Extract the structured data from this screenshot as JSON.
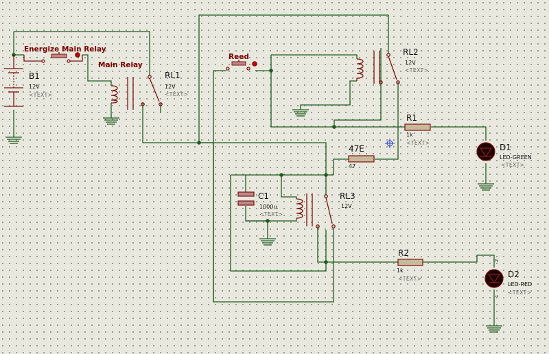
{
  "labels": {
    "energize_main_relay": "Energize Main Relay",
    "main_relay": "Main Relay",
    "reed": "Reed"
  },
  "components": {
    "b1": {
      "ref": "B1",
      "value": "12V",
      "text": "<TEXT>"
    },
    "rl1": {
      "ref": "RL1",
      "value": "12V",
      "text": "<TEXT>"
    },
    "rl2": {
      "ref": "RL2",
      "value": "12V",
      "text": "<TEXT>"
    },
    "rl3": {
      "ref": "RL3",
      "value": "12V"
    },
    "r1": {
      "ref": "R1",
      "value": "1k",
      "text": "<TEXT>"
    },
    "r47": {
      "ref": "47E",
      "value": "47"
    },
    "c1": {
      "ref": "C1",
      "value": "1000u",
      "text": "<TEXT>"
    },
    "r2": {
      "ref": "R2",
      "value": "1k",
      "text": "<TEXT>"
    },
    "d1": {
      "ref": "D1",
      "value": "LED-GREEN",
      "text": "<TEXT>"
    },
    "d2": {
      "ref": "D2",
      "value": "LED-RED",
      "text": "<TEXT>",
      "pin1": "1",
      "pin2": "2"
    }
  },
  "colors": {
    "wire": "#1f5a1f",
    "component": "#7a1010",
    "label": "#7a0000",
    "background": "#e8e8de",
    "led_green": "#1e0505",
    "led_red": "#1e0505"
  }
}
